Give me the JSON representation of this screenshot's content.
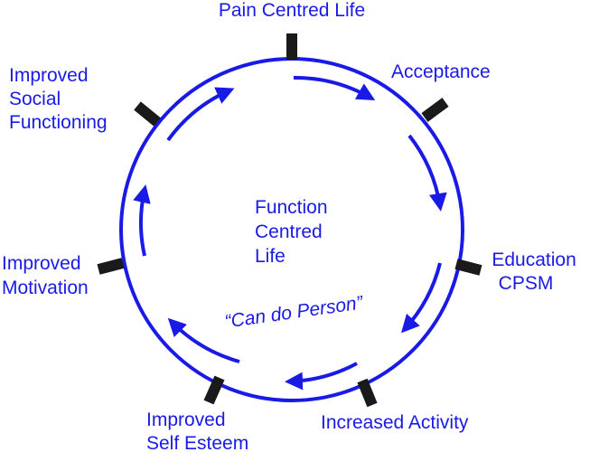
{
  "colors": {
    "circle": "#1a1ae6",
    "arrow": "#1a1ae6",
    "tick": "#1a1a1a",
    "text": "#1a1ae6"
  },
  "stages": {
    "pain_centred_life": "Pain Centred Life",
    "acceptance": "Acceptance",
    "education": [
      "Education",
      "CPSM"
    ],
    "increased_activity": "Increased Activity",
    "improved_self_esteem": [
      "Improved",
      "Self Esteem"
    ],
    "improved_motivation": [
      "Improved",
      "Motivation"
    ],
    "improved_social_functioning": [
      "Improved",
      "Social",
      "Functioning"
    ]
  },
  "center": [
    "Function",
    "Centred",
    "Life"
  ],
  "inner_label": "“Can do Person”"
}
